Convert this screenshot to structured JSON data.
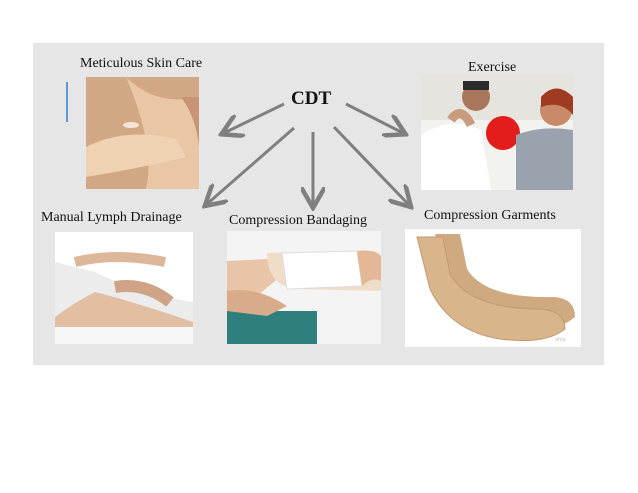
{
  "diagram": {
    "center_label": "CDT",
    "nodes": [
      {
        "id": "skin",
        "label": "Meticulous Skin Care",
        "image": "arm-lotion-photo"
      },
      {
        "id": "exercise",
        "label": "Exercise",
        "image": "therapy-ball-photo"
      },
      {
        "id": "mld",
        "label": "Manual Lymph Drainage",
        "image": "massage-photo"
      },
      {
        "id": "bandage",
        "label": "Compression Bandaging",
        "image": "leg-bandage-photo"
      },
      {
        "id": "garment",
        "label": "Compression Garments",
        "image": "compression-stocking-photo"
      }
    ],
    "colors": {
      "background": "#e6e6e6",
      "arrow": "#7f7f7f",
      "accent": "#5b9bd5"
    }
  }
}
